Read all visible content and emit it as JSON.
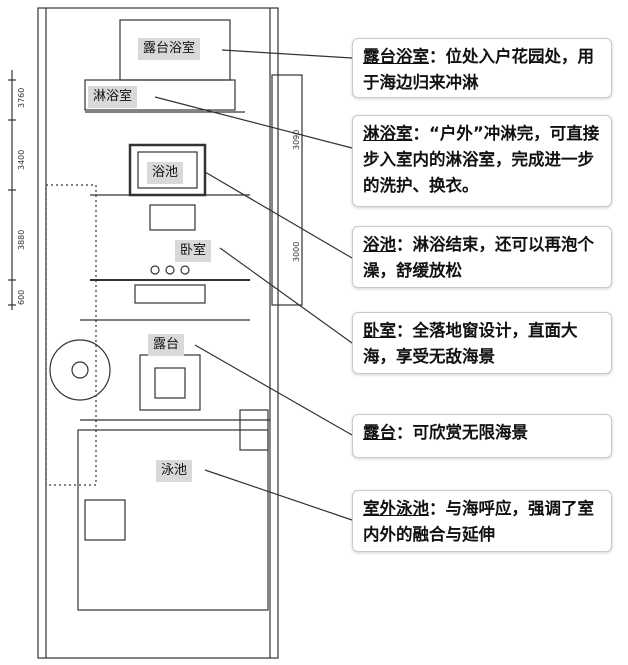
{
  "room_tags": [
    {
      "id": "lutai-yushi",
      "text": "露台浴室"
    },
    {
      "id": "linyushi",
      "text": "淋浴室"
    },
    {
      "id": "yuchi",
      "text": "浴池"
    },
    {
      "id": "woshi",
      "text": "卧室"
    },
    {
      "id": "lutai",
      "text": "露台"
    },
    {
      "id": "yongchi",
      "text": "泳池"
    }
  ],
  "dimensions": [
    "3760",
    "3400",
    "3880",
    "600"
  ],
  "dimensions_right": [
    "3090",
    "3000"
  ],
  "callouts": [
    {
      "term": "露台浴室",
      "body": "：位处入户花园处，用于海边归来冲淋"
    },
    {
      "term": "淋浴室",
      "body": "：“户外”冲淋完，可直接步入室内的淋浴室，完成进一步的洗护、换衣。"
    },
    {
      "term": "浴池",
      "body": "：淋浴结束，还可以再泡个澡，舒缓放松"
    },
    {
      "term": "卧室",
      "body": "：全落地窗设计，直面大海，享受无敌海景"
    },
    {
      "term": "露台",
      "body": "：可欣赏无限海景"
    },
    {
      "term": "室外泳池",
      "body": "：与海呼应，强调了室内外的融合与延伸"
    }
  ],
  "colors": {
    "line": "#333333",
    "tag_bg": "#d9d9d9",
    "callout_border": "#c9c9c9"
  }
}
